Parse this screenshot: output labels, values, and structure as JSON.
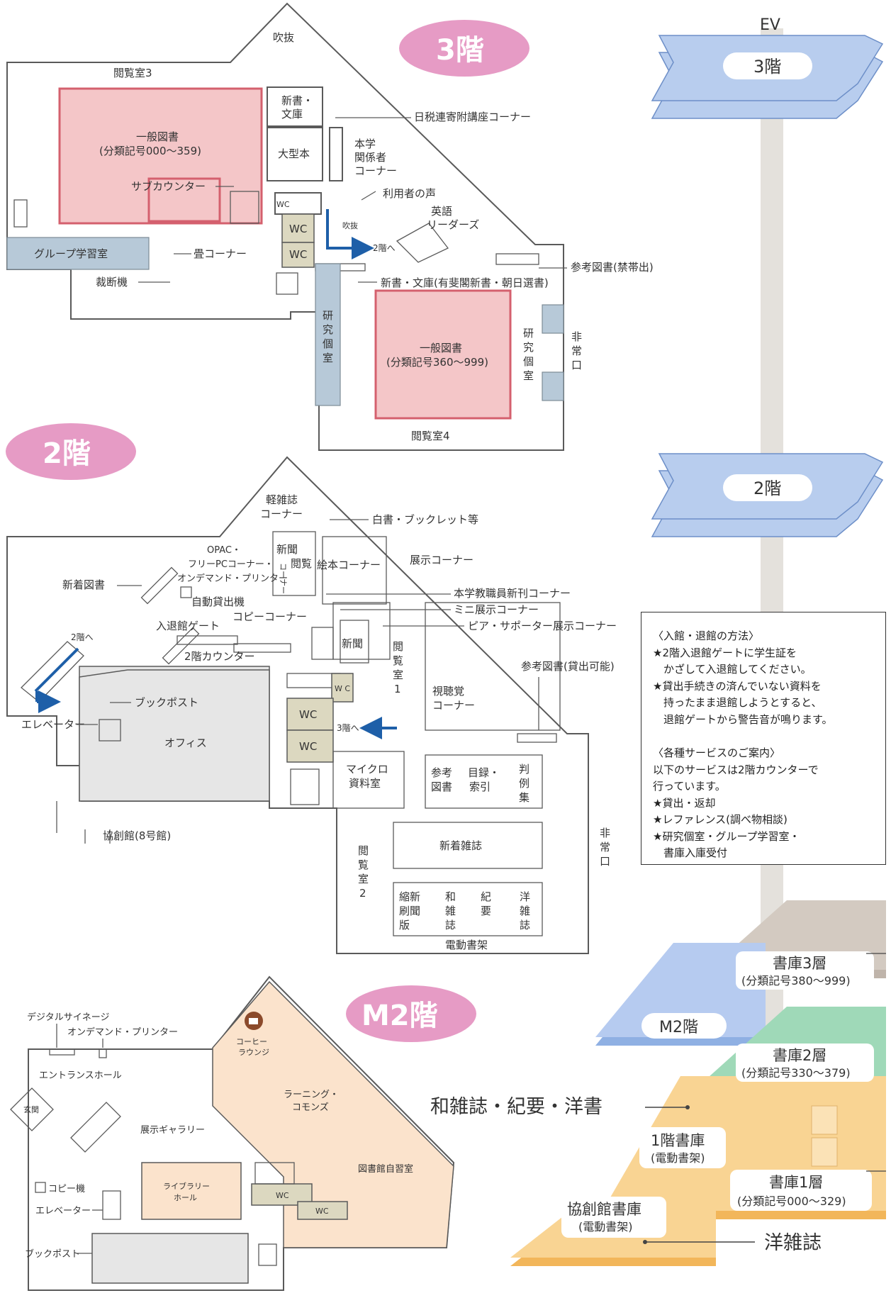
{
  "floors": {
    "f3": {
      "badge": "3階",
      "pill": "3階"
    },
    "f2": {
      "badge": "2階",
      "pill": "2階"
    },
    "m2": {
      "badge": "M2階",
      "pill": "M2階"
    }
  },
  "ev_label": "EV",
  "floor3": {
    "fukinuke": "吹抜",
    "reading3": "閲覧室3",
    "general1_l1": "一般図書",
    "general1_l2": "(分類記号000〜359)",
    "sub_counter": "サブカウンター",
    "shinsho_l1": "新書・",
    "shinsho_l2": "文庫",
    "ogata": "大型本",
    "nichizei": "日税連寄附講座コーナー",
    "honkaku_l1": "本学",
    "honkaku_l2": "関係者",
    "honkaku_l3": "コーナー",
    "riyousha": "利用者の声",
    "eigo_l1": "英語",
    "eigo_l2": "リーダーズ",
    "wc_small": "WC",
    "wc1": "WC",
    "wc2": "WC",
    "fukinuke_small": "吹抜",
    "to2f": "2階へ",
    "group": "グループ学習室",
    "tatami": "畳コーナー",
    "saidan": "裁断機",
    "sankou": "参考図書(禁帯出)",
    "shinsho_bunko": "新書・文庫(有斐閣新書・朝日選書)",
    "kenkyu_l": [
      "研",
      "究",
      "個",
      "室"
    ],
    "general2_l1": "一般図書",
    "general2_l2": "(分類記号360〜999)",
    "kenkyu_r": [
      "研",
      "究",
      "個",
      "室"
    ],
    "hijou": [
      "非",
      "常",
      "口"
    ],
    "reading4": "閲覧室4"
  },
  "floor2": {
    "kei_l1": "軽雑誌",
    "kei_l2": "コーナー",
    "hakusho": "白書・ブックレット等",
    "opac_l1": "OPAC・",
    "opac_l2": "フリーPCコーナー・",
    "opac_l3": "オンデマンド・プリンター",
    "shinbun_v1": "新聞",
    "shinbun_v2": "閲覧",
    "corner_v": "コーナー",
    "ehon": "絵本コーナー",
    "tenji": "展示コーナー",
    "shinchaku": "新着図書",
    "jidou": "自動貸出機",
    "honkaku_new": "本学教職員新刊コーナー",
    "copy": "コピーコーナー",
    "mini": "ミニ展示コーナー",
    "gate": "入退館ゲート",
    "peer": "ピア・サポーター展示コーナー",
    "shinbun": "新聞",
    "reading1": [
      "閲",
      "覧",
      "室",
      "1"
    ],
    "counter": "2階カウンター",
    "sankou": "参考図書(貸出可能)",
    "to2f": "2階へ",
    "bookpost": "ブックポスト",
    "wc_small": "W C",
    "wc1": "WC",
    "wc2": "WC",
    "shichou_l1": "視聴覚",
    "shichou_l2": "コーナー",
    "elevator": "エレベーター",
    "office": "オフィス",
    "to3f": "3階へ",
    "micro_l1": "マイクロ",
    "micro_l2": "資料室",
    "sankou2_l1": "参考",
    "sankou2_l2": "図書",
    "mokuroku_l1": "目録・",
    "mokuroku_l2": "索引",
    "hanrei": [
      "判",
      "例",
      "集"
    ],
    "kyousou": "協創館(8号館)",
    "shinchaku_zasshi": "新着雑誌",
    "reading2": [
      "閲",
      "覧",
      "室",
      "2"
    ],
    "hijou": [
      "非",
      "常",
      "口"
    ],
    "shukusatsu": [
      "縮新",
      "刷聞",
      "版"
    ],
    "wazasshi": [
      "和",
      "雑",
      "誌"
    ],
    "kiyou": [
      "紀",
      "要"
    ],
    "youzasshi": [
      "洋",
      "雑",
      "誌"
    ],
    "dendou": "電動書架"
  },
  "floorM2": {
    "digital": "デジタルサイネージ",
    "ondemand": "オンデマンド・プリンター",
    "coffee_l1": "コーヒー",
    "coffee_l2": "ラウンジ",
    "entrance": "エントランスホール",
    "learning_l1": "ラーニング・",
    "learning_l2": "コモンズ",
    "genkan": "玄関",
    "gallery": "展示ギャラリー",
    "jishu": "図書館自習室",
    "copy": "コピー機",
    "hall_l1": "ライブラリー",
    "hall_l2": "ホール",
    "wc1": "WC",
    "wc2": "WC",
    "elevator": "エレベーター",
    "bookpost": "ブックポスト"
  },
  "stacks": {
    "s3_title": "書庫3層",
    "s3_sub": "(分類記号380〜999)",
    "s2_title": "書庫2層",
    "s2_sub": "(分類記号330〜379)",
    "wazasshi_line": "和雑誌・紀要・洋書",
    "f1_l1": "1階書庫",
    "f1_l2": "(電動書架)",
    "s1_title": "書庫1層",
    "s1_sub": "(分類記号000〜329)",
    "kyousou_l1": "協創館書庫",
    "kyousou_l2": "(電動書架)",
    "youzasshi": "洋雑誌"
  },
  "info": {
    "entry_title": "〈入館・退館の方法〉",
    "entry_1": "★2階入退館ゲートに学生証を",
    "entry_2": "　かざして入退館してください。",
    "entry_3": "★貸出手続きの済んでいない資料を",
    "entry_4": "　持ったまま退館しようとすると、",
    "entry_5": "　退館ゲートから警告音が鳴ります。",
    "service_title": "〈各種サービスのご案内〉",
    "service_1": "以下のサービスは2階カウンターで",
    "service_2": "行っています。",
    "service_3": "★貸出・返却",
    "service_4": "★レファレンス(調べ物相談)",
    "service_5": "★研究個室・グループ学習室・",
    "service_6": "　書庫入庫受付"
  },
  "colors": {
    "badge": "#e69bc5",
    "pink_area": "#f4c6c8",
    "floor_blue": "#b8cdee",
    "stack3": "#ccc2b8",
    "stack2": "#8fcfae",
    "stack1": "#f7ce86"
  }
}
